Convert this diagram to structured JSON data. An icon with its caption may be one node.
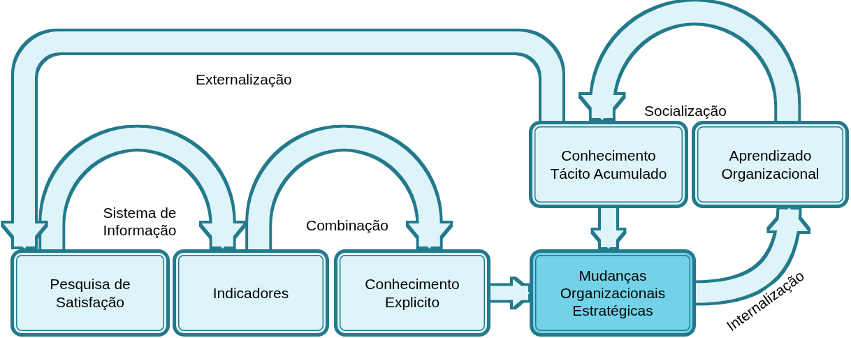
{
  "diagram": {
    "nodes": [
      {
        "text": [
          "Pesquisa de Satisfação"
        ]
      },
      {
        "text": [
          "Indicadores"
        ]
      },
      {
        "text": [
          "Conhecimento Explicito"
        ]
      },
      {
        "text": [
          "Mudanças Organizacionais Estratégicas"
        ]
      },
      {
        "text": [
          "Conhecimento Tácito Acumulado"
        ]
      },
      {
        "text": [
          "Aprendizado Organizacional"
        ]
      }
    ],
    "edges": [
      {
        "from": 0,
        "to": 1,
        "arrow": "to",
        "label": "Sistema de Informação"
      },
      {
        "from": 1,
        "to": 2,
        "arrow": "to",
        "label": "Combinação"
      },
      {
        "from": 2,
        "to": 3,
        "arrow": "to"
      },
      {
        "from": 4,
        "to": 0,
        "arrow": "to",
        "label": "Externalização"
      },
      {
        "from": 5,
        "to": 4,
        "arrow": "to",
        "label": "Socialização"
      },
      {
        "from": 4,
        "to": 3,
        "arrow": "to"
      },
      {
        "from": 3,
        "to": 5,
        "arrow": "to",
        "label": "Internalização"
      }
    ]
  }
}
